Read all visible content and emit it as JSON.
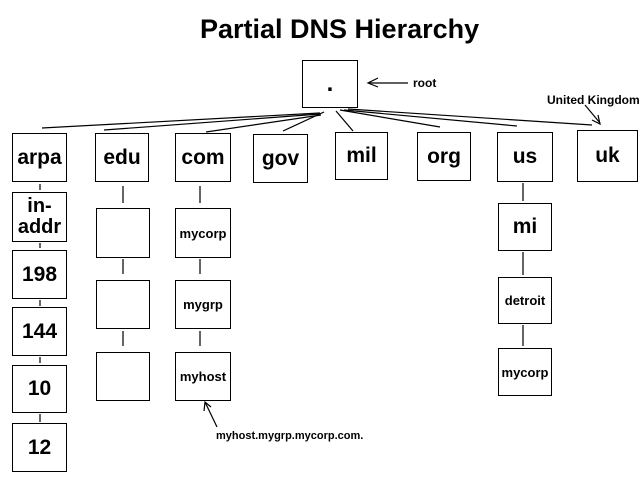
{
  "title": "Partial DNS Hierarchy",
  "colors": {
    "background": "#ffffff",
    "ink": "#000000"
  },
  "nodes": {
    "root": ".",
    "arpa": "arpa",
    "edu": "edu",
    "com": "com",
    "gov": "gov",
    "mil": "mil",
    "org": "org",
    "us": "us",
    "uk": "uk",
    "in_addr": "in-addr",
    "n198": "198",
    "n144": "144",
    "n10": "10",
    "n12": "12",
    "edu_child_1": "",
    "edu_child_2": "",
    "edu_child_3": "",
    "mycorp_com": "mycorp",
    "mygrp": "mygrp",
    "myhost": "myhost",
    "mi": "mi",
    "detroit": "detroit",
    "mycorp_us": "mycorp"
  },
  "callouts": {
    "root": "root",
    "united_kingdom": "United Kingdom",
    "fqdn": "myhost.mygrp.mycorp.com."
  },
  "tree": {
    "root": ".",
    "children": {
      "arpa": [
        "in-addr",
        "198",
        "144",
        "10",
        "12"
      ],
      "edu": [
        "",
        "",
        ""
      ],
      "com": [
        "mycorp",
        "mygrp",
        "myhost"
      ],
      "gov": [],
      "mil": [],
      "org": [],
      "us": [
        "mi",
        "detroit",
        "mycorp"
      ],
      "uk": []
    }
  }
}
